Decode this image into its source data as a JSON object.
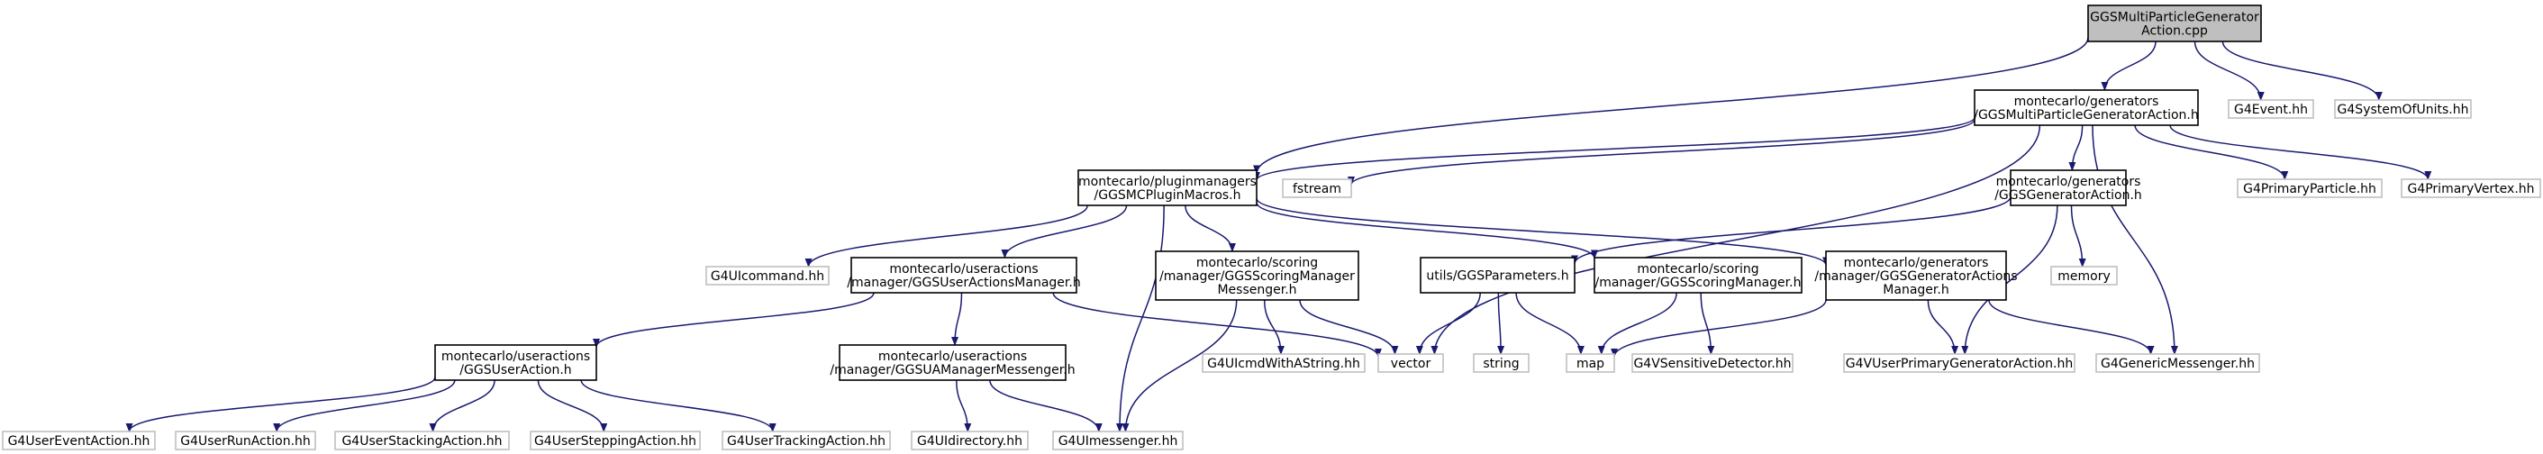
{
  "colors": {
    "edge": "#191970",
    "border_included": "#000000",
    "border_external": "#bfbfbf",
    "root_fill": "#bfbfbf",
    "node_fill": "#ffffff"
  },
  "nodes": [
    {
      "id": "root",
      "lines": [
        "GGSMultiParticleGenerator",
        "Action.cpp"
      ],
      "kind": "root"
    },
    {
      "id": "gen_multi",
      "lines": [
        "montecarlo/generators",
        "/GGSMultiParticleGeneratorAction.h"
      ],
      "kind": "included"
    },
    {
      "id": "g4event",
      "lines": [
        "G4Event.hh"
      ],
      "kind": "external"
    },
    {
      "id": "g4sysunits",
      "lines": [
        "G4SystemOfUnits.hh"
      ],
      "kind": "external"
    },
    {
      "id": "plugin_macros",
      "lines": [
        "montecarlo/pluginmanagers",
        "/GGSMCPluginMacros.h"
      ],
      "kind": "included"
    },
    {
      "id": "fstream",
      "lines": [
        "fstream"
      ],
      "kind": "external"
    },
    {
      "id": "gen_action",
      "lines": [
        "montecarlo/generators",
        "/GGSGeneratorAction.h"
      ],
      "kind": "included"
    },
    {
      "id": "g4primparticle",
      "lines": [
        "G4PrimaryParticle.hh"
      ],
      "kind": "external"
    },
    {
      "id": "g4primvertex",
      "lines": [
        "G4PrimaryVertex.hh"
      ],
      "kind": "external"
    },
    {
      "id": "g4uicommand",
      "lines": [
        "G4UIcommand.hh"
      ],
      "kind": "external"
    },
    {
      "id": "ua_manager",
      "lines": [
        "montecarlo/useractions",
        "/manager/GGSUserActionsManager.h"
      ],
      "kind": "included"
    },
    {
      "id": "scoring_messenger",
      "lines": [
        "montecarlo/scoring",
        "/manager/GGSScoringManager",
        "Messenger.h"
      ],
      "kind": "included"
    },
    {
      "id": "ggs_params",
      "lines": [
        "utils/GGSParameters.h"
      ],
      "kind": "included"
    },
    {
      "id": "scoring_manager",
      "lines": [
        "montecarlo/scoring",
        "/manager/GGSScoringManager.h"
      ],
      "kind": "included"
    },
    {
      "id": "gen_actions_manager",
      "lines": [
        "montecarlo/generators",
        "/manager/GGSGeneratorActions",
        "Manager.h"
      ],
      "kind": "included"
    },
    {
      "id": "memory",
      "lines": [
        "memory"
      ],
      "kind": "external"
    },
    {
      "id": "user_action",
      "lines": [
        "montecarlo/useractions",
        "/GGSUserAction.h"
      ],
      "kind": "included"
    },
    {
      "id": "uam_messenger",
      "lines": [
        "montecarlo/useractions",
        "/manager/GGSUAManagerMessenger.h"
      ],
      "kind": "included"
    },
    {
      "id": "g4uicmdwithastring",
      "lines": [
        "G4UIcmdWithAString.hh"
      ],
      "kind": "external"
    },
    {
      "id": "vector",
      "lines": [
        "vector"
      ],
      "kind": "external"
    },
    {
      "id": "string",
      "lines": [
        "string"
      ],
      "kind": "external"
    },
    {
      "id": "map",
      "lines": [
        "map"
      ],
      "kind": "external"
    },
    {
      "id": "g4vsensdet",
      "lines": [
        "G4VSensitiveDetector.hh"
      ],
      "kind": "external"
    },
    {
      "id": "g4vuserprimgen",
      "lines": [
        "G4VUserPrimaryGeneratorAction.hh"
      ],
      "kind": "external"
    },
    {
      "id": "g4genericmessenger",
      "lines": [
        "G4GenericMessenger.hh"
      ],
      "kind": "external"
    },
    {
      "id": "g4usereventaction",
      "lines": [
        "G4UserEventAction.hh"
      ],
      "kind": "external"
    },
    {
      "id": "g4userrunaction",
      "lines": [
        "G4UserRunAction.hh"
      ],
      "kind": "external"
    },
    {
      "id": "g4userstackingaction",
      "lines": [
        "G4UserStackingAction.hh"
      ],
      "kind": "external"
    },
    {
      "id": "g4usersteppingaction",
      "lines": [
        "G4UserSteppingAction.hh"
      ],
      "kind": "external"
    },
    {
      "id": "g4usertrackingaction",
      "lines": [
        "G4UserTrackingAction.hh"
      ],
      "kind": "external"
    },
    {
      "id": "g4uidirectory",
      "lines": [
        "G4UIdirectory.hh"
      ],
      "kind": "external"
    },
    {
      "id": "g4uimessenger",
      "lines": [
        "G4UImessenger.hh"
      ],
      "kind": "external"
    }
  ],
  "edges": [
    [
      "root",
      "gen_multi"
    ],
    [
      "root",
      "g4event"
    ],
    [
      "root",
      "g4sysunits"
    ],
    [
      "root",
      "plugin_macros"
    ],
    [
      "gen_multi",
      "plugin_macros"
    ],
    [
      "gen_multi",
      "fstream"
    ],
    [
      "gen_multi",
      "gen_action"
    ],
    [
      "gen_multi",
      "g4primparticle"
    ],
    [
      "gen_multi",
      "g4primvertex"
    ],
    [
      "gen_multi",
      "vector"
    ],
    [
      "gen_multi",
      "g4genericmessenger"
    ],
    [
      "plugin_macros",
      "g4uicommand"
    ],
    [
      "plugin_macros",
      "ua_manager"
    ],
    [
      "plugin_macros",
      "scoring_messenger"
    ],
    [
      "plugin_macros",
      "scoring_manager"
    ],
    [
      "plugin_macros",
      "gen_actions_manager"
    ],
    [
      "plugin_macros",
      "g4uimessenger"
    ],
    [
      "gen_action",
      "ggs_params"
    ],
    [
      "gen_action",
      "memory"
    ],
    [
      "gen_action",
      "g4vuserprimgen"
    ],
    [
      "ua_manager",
      "user_action"
    ],
    [
      "ua_manager",
      "uam_messenger"
    ],
    [
      "ua_manager",
      "vector"
    ],
    [
      "scoring_messenger",
      "g4uicmdwithastring"
    ],
    [
      "scoring_messenger",
      "vector"
    ],
    [
      "scoring_messenger",
      "g4uimessenger"
    ],
    [
      "ggs_params",
      "vector"
    ],
    [
      "ggs_params",
      "string"
    ],
    [
      "ggs_params",
      "map"
    ],
    [
      "scoring_manager",
      "map"
    ],
    [
      "scoring_manager",
      "g4vsensdet"
    ],
    [
      "gen_actions_manager",
      "map"
    ],
    [
      "gen_actions_manager",
      "g4vuserprimgen"
    ],
    [
      "gen_actions_manager",
      "g4genericmessenger"
    ],
    [
      "user_action",
      "g4usereventaction"
    ],
    [
      "user_action",
      "g4userrunaction"
    ],
    [
      "user_action",
      "g4userstackingaction"
    ],
    [
      "user_action",
      "g4usersteppingaction"
    ],
    [
      "user_action",
      "g4usertrackingaction"
    ],
    [
      "uam_messenger",
      "g4uidirectory"
    ],
    [
      "uam_messenger",
      "g4uimessenger"
    ]
  ]
}
